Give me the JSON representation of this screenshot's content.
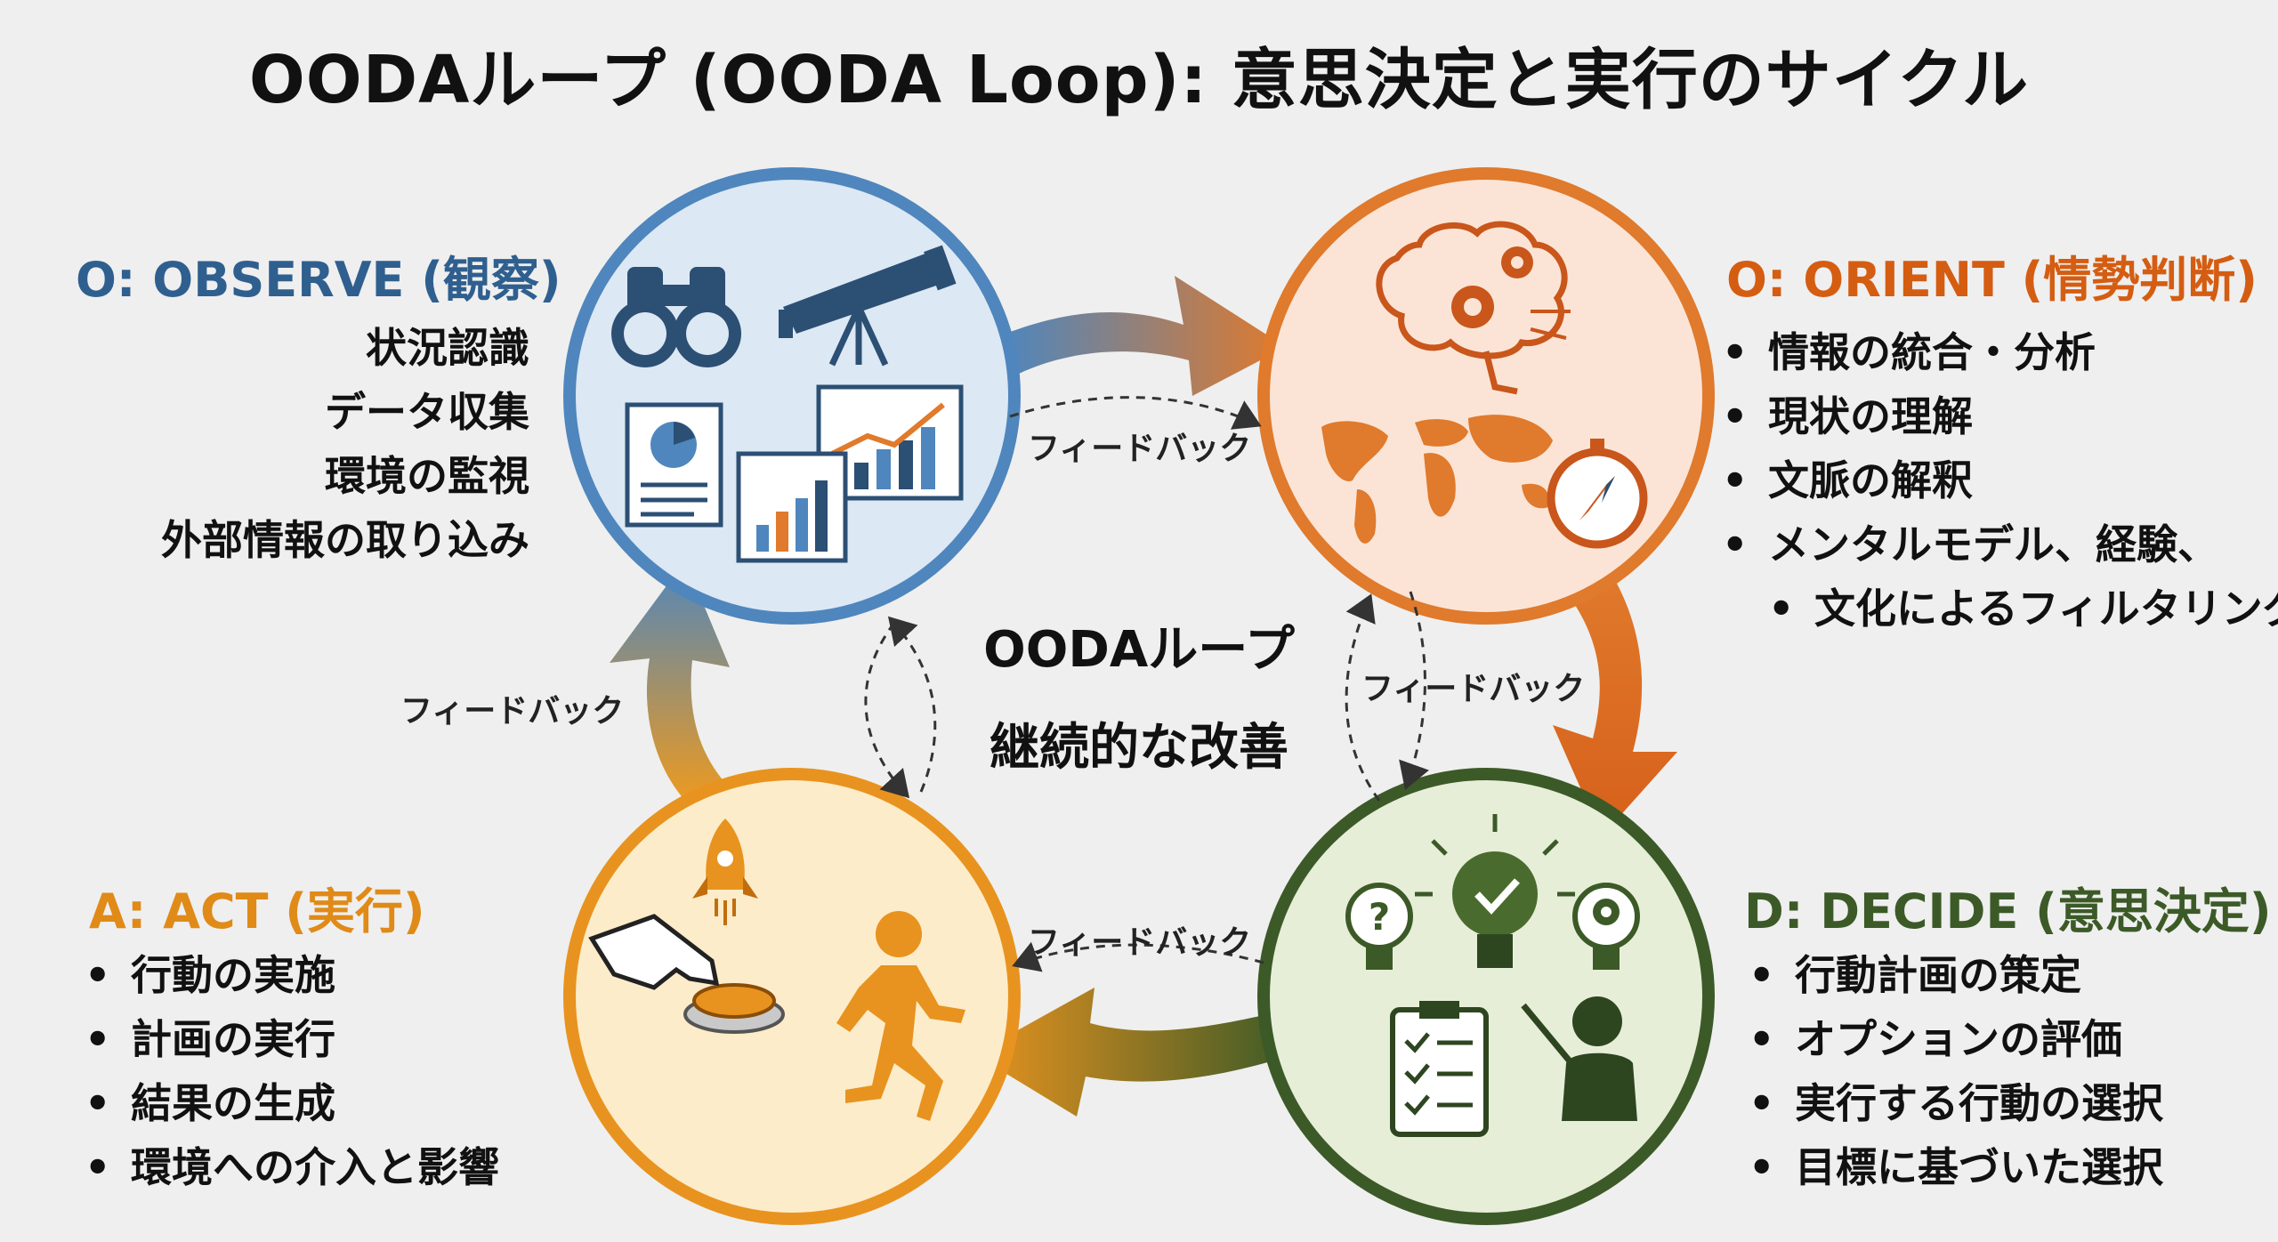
{
  "title": "OODAループ (OODA Loop): 意思決定と実行のサイクル",
  "center": {
    "line1": "OODAループ",
    "line2": "継続的な改善"
  },
  "feedback_label": "フィードバック",
  "colors": {
    "observe": "#2f5f8f",
    "orient": "#d45d12",
    "decide": "#3c5a27",
    "act": "#e08a18",
    "observe_fill": "#dce8f4",
    "orient_fill": "#fbe4d6",
    "decide_fill": "#e6eed8",
    "act_fill": "#fdecc9"
  },
  "phases": {
    "observe": {
      "title": "O: OBSERVE (観察)",
      "items": [
        "状況認識",
        "データ収集",
        "環境の監視",
        "外部情報の取り込み"
      ],
      "icons": [
        "binoculars-icon",
        "telescope-icon",
        "pie-chart-report-icon",
        "bar-chart-icon",
        "trend-chart-icon"
      ]
    },
    "orient": {
      "title": "O: ORIENT (情勢判断)",
      "items": [
        "情報の統合・分析",
        "現状の理解",
        "文脈の解釈",
        "メンタルモデル、経験、",
        "文化によるフィルタリング"
      ],
      "icons": [
        "brain-gears-icon",
        "world-map-icon",
        "compass-icon"
      ]
    },
    "decide": {
      "title": "D: DECIDE (意思決定)",
      "items": [
        "行動計画の策定",
        "オプションの評価",
        "実行する行動の選択",
        "目標に基づいた選択"
      ],
      "icons": [
        "question-bulb-icon",
        "check-bulb-icon",
        "gear-bulb-icon",
        "checklist-icon",
        "presenter-icon"
      ]
    },
    "act": {
      "title": "A: ACT (実行)",
      "items": [
        "行動の実施",
        "計画の実行",
        "結果の生成",
        "環境への介入と影響"
      ],
      "icons": [
        "rocket-icon",
        "hand-press-button-icon",
        "running-person-icon"
      ]
    }
  }
}
